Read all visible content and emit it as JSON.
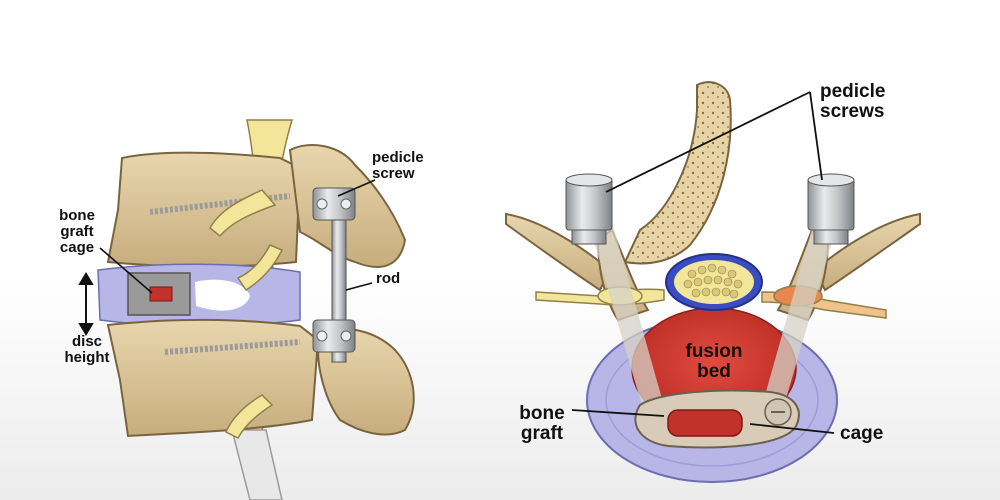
{
  "side_view": {
    "labels": {
      "bone_graft_cage_line1": "bone",
      "bone_graft_cage_line2": "graft",
      "bone_graft_cage_line3": "cage",
      "disc_height_line1": "disc",
      "disc_height_line2": "height",
      "pedicle_screw_line1": "pedicle",
      "pedicle_screw_line2": "screw",
      "rod": "rod"
    }
  },
  "top_view": {
    "labels": {
      "pedicle_screws_line1": "pedicle",
      "pedicle_screws_line2": "screws",
      "fusion_bed_line1": "fusion",
      "fusion_bed_line2": "bed",
      "bone_graft_line1": "bone",
      "bone_graft_line2": "graft",
      "cage": "cage"
    }
  },
  "colors": {
    "bone": "#d9c39a",
    "bone_shadow": "#a88d62",
    "nerve": "#f3e69a",
    "disc": "#b7b6e6",
    "graft_red": "#c0322a",
    "metal": "#c9cbcf",
    "fusion_red": "#c9342c"
  }
}
